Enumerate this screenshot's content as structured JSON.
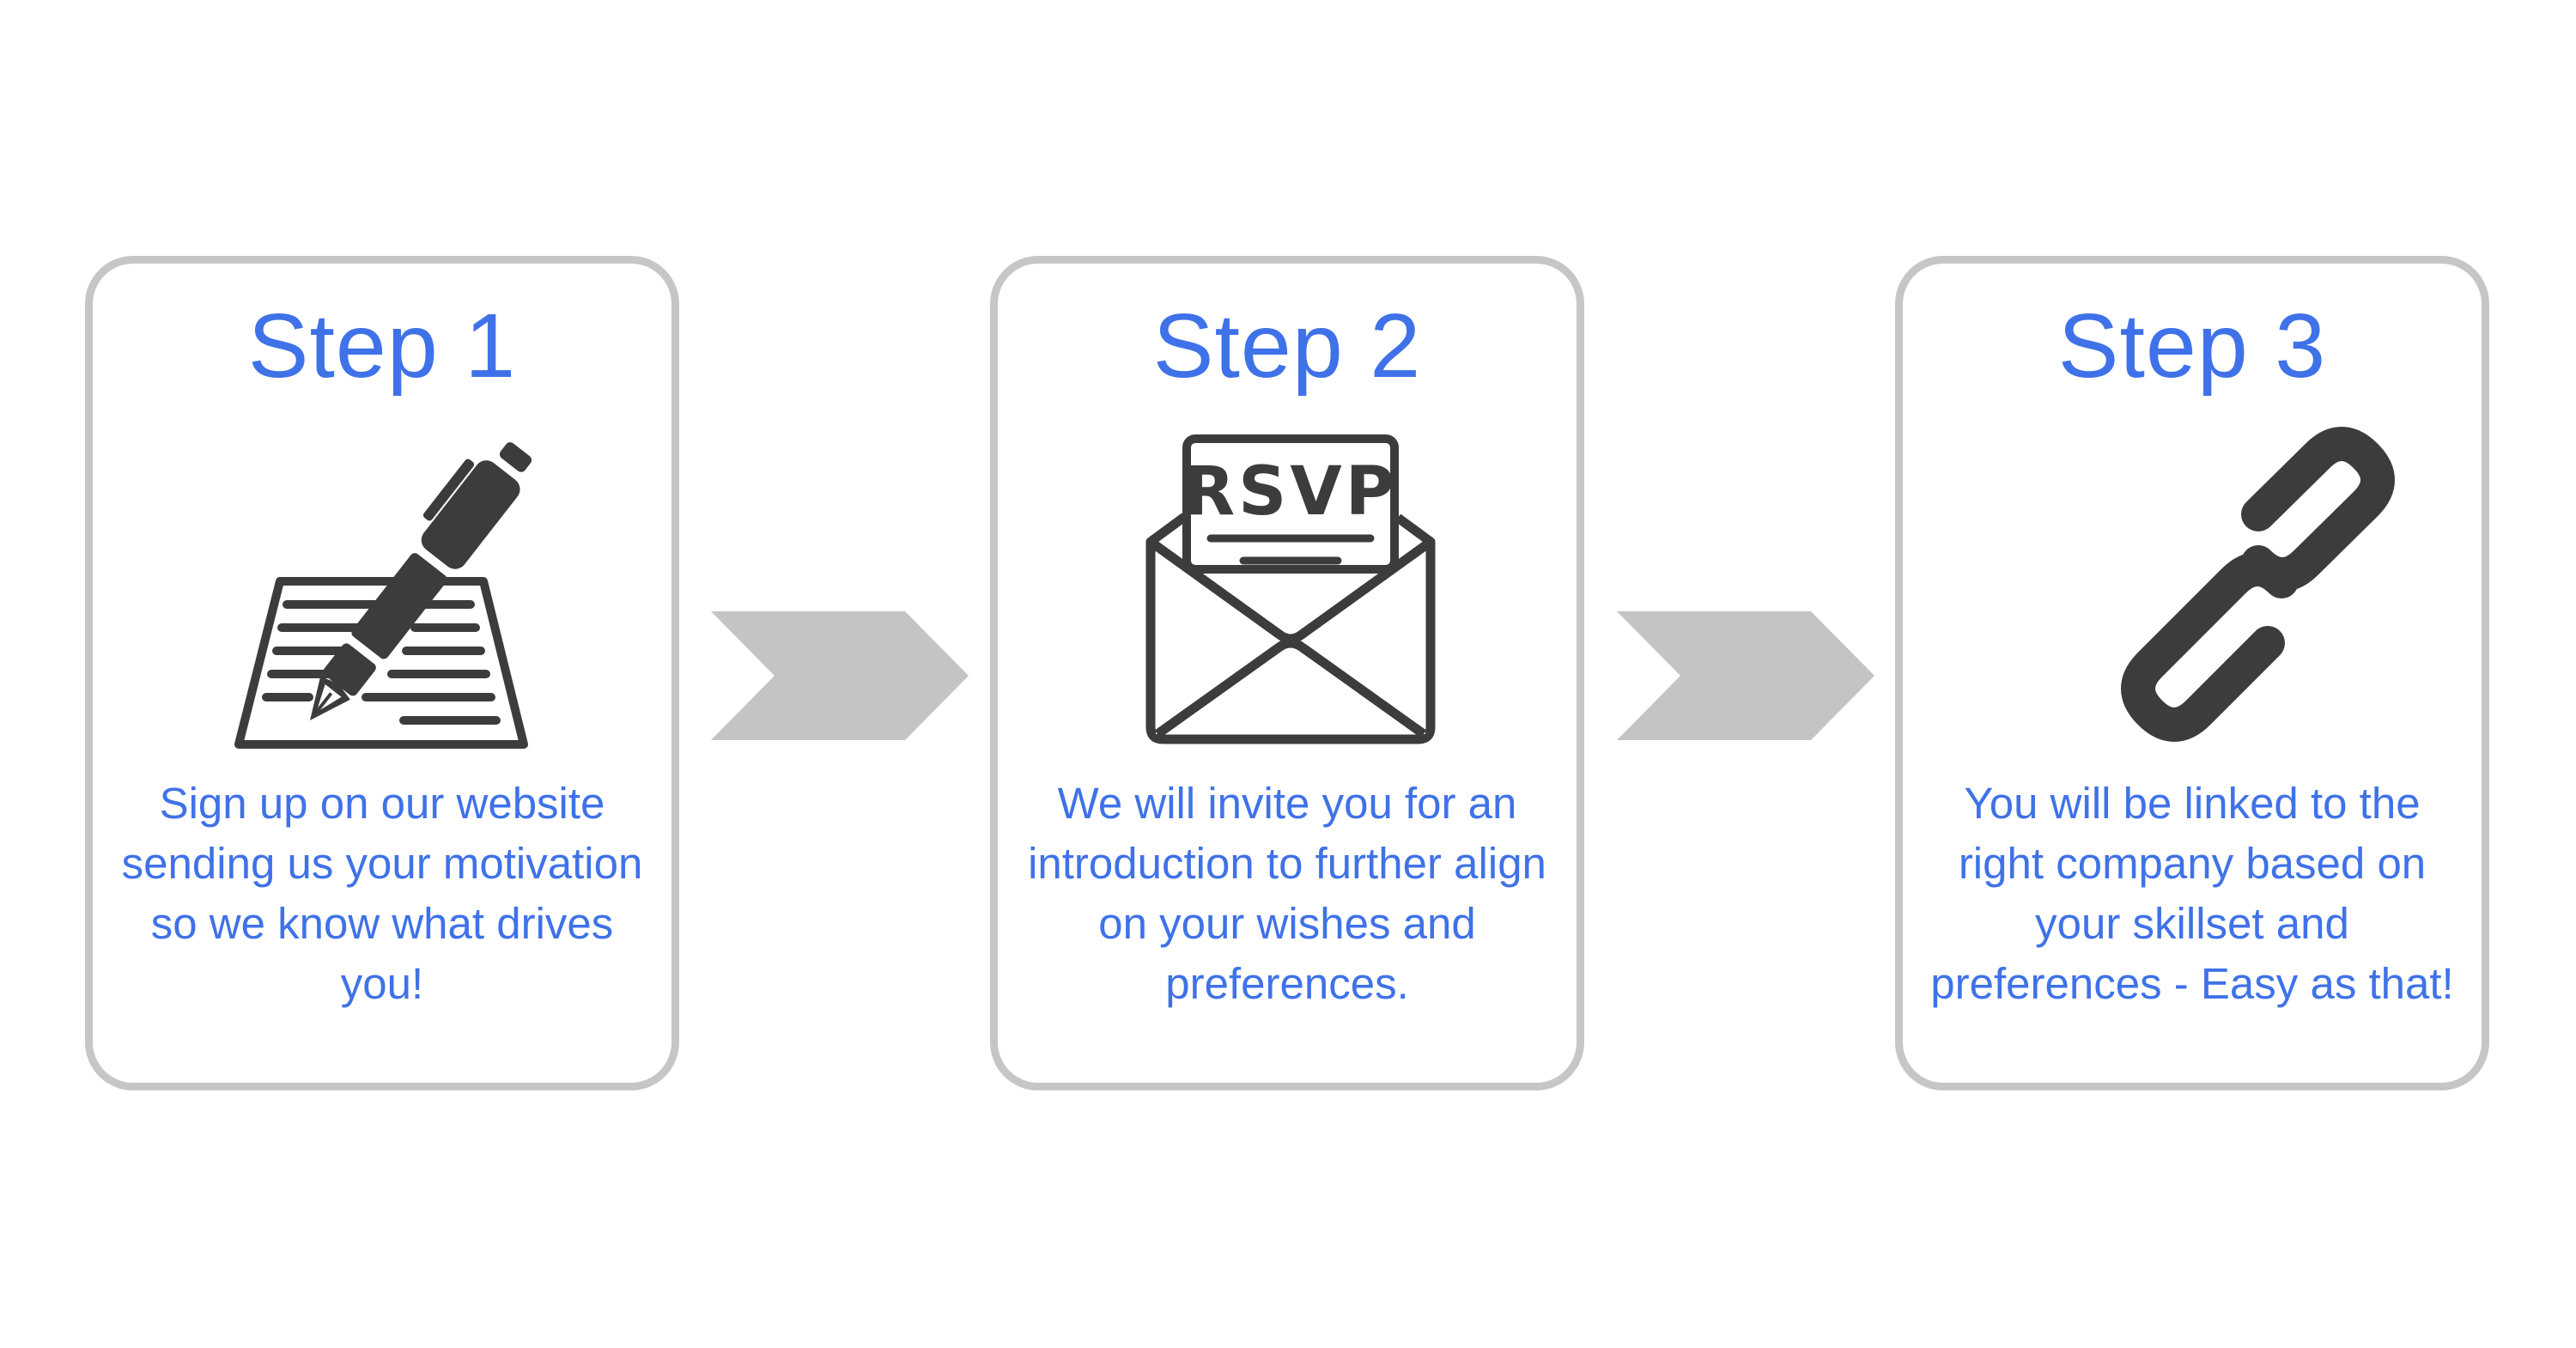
{
  "steps": [
    {
      "title": "Step 1",
      "icon": "pen-signing-document-icon",
      "description": "Sign up on our website sending us your motivation so we know what drives you!"
    },
    {
      "title": "Step 2",
      "icon": "rsvp-envelope-icon",
      "icon_text": "RSVP",
      "description": "We will invite you for an introduction to further align on your wishes and preferences."
    },
    {
      "title": "Step 3",
      "icon": "chain-link-icon",
      "description": "You will be linked to the right company based on your skillset and preferences - Easy as that!"
    }
  ],
  "colors": {
    "accent": "#3f72e8",
    "card_border": "#c6c6c6",
    "arrow": "#c4c4c4",
    "icon": "#3c3c3c"
  }
}
